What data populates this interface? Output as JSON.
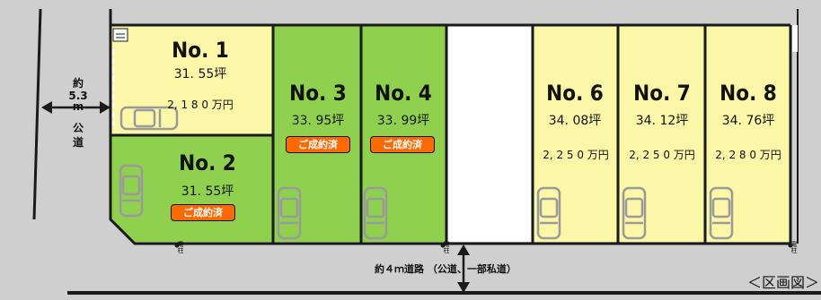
{
  "lots": [
    {
      "id": "1",
      "number": "No. 1",
      "area": "31. 55坪",
      "price": "2, 1 8 0 万円",
      "status": "",
      "color": "#fbf7a6"
    },
    {
      "id": "2",
      "number": "No. 2",
      "area": "31. 55坪",
      "price": "",
      "status": "ご成約済",
      "color": "#8fd14f"
    },
    {
      "id": "3",
      "number": "No. 3",
      "area": "33. 95坪",
      "price": "",
      "status": "ご成約済",
      "color": "#8fd14f"
    },
    {
      "id": "4",
      "number": "No. 4",
      "area": "33. 99坪",
      "price": "",
      "status": "ご成約済",
      "color": "#8fd14f"
    },
    {
      "id": "6",
      "number": "No. 6",
      "area": "34. 08坪",
      "price": "2, 2 5 0 万円",
      "status": "",
      "color": "#fbf7a6"
    },
    {
      "id": "7",
      "number": "No. 7",
      "area": "34. 12坪",
      "price": "2, 2 5 0 万円",
      "status": "",
      "color": "#fbf7a6"
    },
    {
      "id": "8",
      "number": "No. 8",
      "area": "34. 76坪",
      "price": "2, 2 8 0 万円",
      "status": "",
      "color": "#fbf7a6"
    }
  ],
  "west_road": {
    "approx": "約",
    "width": "5.3",
    "unit": "m",
    "type1": "公",
    "type2": "道"
  },
  "south_road": {
    "label": "約４ｍ道路 （公道、一部私道）"
  },
  "map_title": "＜区画図＞",
  "pole_label": "電\n柱",
  "colors": {
    "available": "#fbf7a6",
    "sold_lot": "#8fd14f",
    "sold_badge": "#ff6a00",
    "background": "#cfcfcf"
  }
}
